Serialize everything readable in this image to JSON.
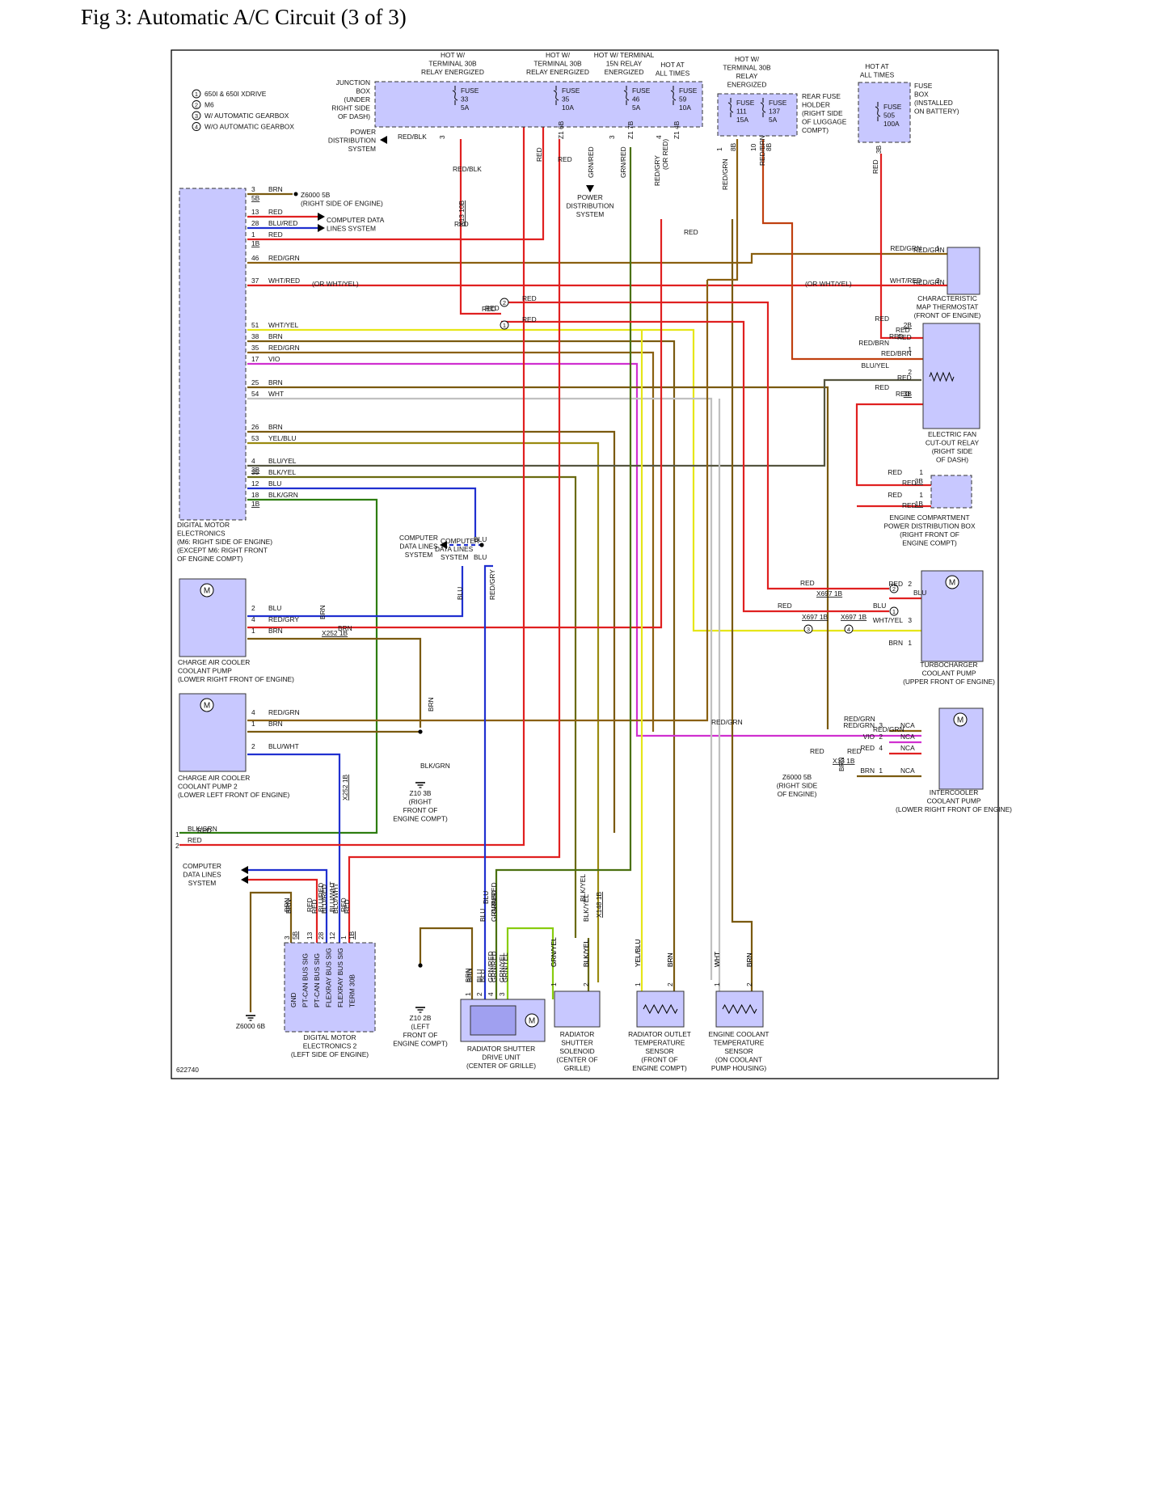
{
  "figure_title": "Fig 3: Automatic A/C Circuit (3 of 3)",
  "diagram_id": "622740",
  "legend": [
    {
      "num": "1",
      "text": "650I & 650I XDRIVE"
    },
    {
      "num": "2",
      "text": "M6"
    },
    {
      "num": "3",
      "text": "W/ AUTOMATIC GEARBOX"
    },
    {
      "num": "4",
      "text": "W/O AUTOMATIC GEARBOX"
    }
  ],
  "colors": {
    "component_fill": "#c8c8ff",
    "component_dark": "#a0a0f0",
    "frame": "#000000",
    "RED": "#e02020",
    "BRN": "#7a5a10",
    "BLU": "#2030d0",
    "GRN": "#2e7d10",
    "YEL": "#e6e619",
    "VIO": "#d030d0",
    "WHT": "#c0c0c0",
    "GRY": "#808080",
    "BLK": "#222222",
    "BLUYEL": "#555540",
    "REDBRN": "#c04010",
    "REDGRN": "#8a6010",
    "GRNRED": "#4a7010",
    "GRNYEL": "#88cc10",
    "BRNYEL": "#9a8a10",
    "BLKYEL": "#6a6a10"
  },
  "fuse_area": {
    "headers": [
      [
        "HOT W/",
        "TERMINAL 30B",
        "RELAY ENERGIZED"
      ],
      [
        "HOT W/",
        "TERMINAL 30B",
        "RELAY ENERGIZED"
      ],
      [
        "HOT W/ TERMINAL",
        "15N RELAY",
        "ENERGIZED"
      ],
      [
        "HOT AT",
        "ALL TIMES"
      ],
      [
        "HOT W/",
        "TERMINAL 30B",
        "RELAY",
        "ENERGIZED"
      ],
      [
        "HOT AT",
        "ALL TIMES"
      ]
    ],
    "junction_box_label": [
      "JUNCTION",
      "BOX",
      "(UNDER",
      "RIGHT SIDE",
      "OF DASH)"
    ],
    "fuses": [
      [
        "FUSE",
        "33",
        "5A"
      ],
      [
        "FUSE",
        "35",
        "10A"
      ],
      [
        "FUSE",
        "46",
        "5A"
      ],
      [
        "FUSE",
        "59",
        "10A"
      ],
      [
        "FUSE",
        "111",
        "15A"
      ],
      [
        "FUSE",
        "137",
        "5A"
      ],
      [
        "FUSE",
        "505",
        "100A"
      ]
    ],
    "rear_fuse_holder_label": [
      "REAR FUSE",
      "HOLDER",
      "(RIGHT SIDE",
      "OF LUGGAGE",
      "COMPT)"
    ],
    "fuse_box_label": [
      "FUSE",
      "BOX",
      "(INSTALLED",
      "ON BATTERY)"
    ],
    "pin_labels": [
      "3",
      "Z1 6B",
      "3",
      "Z1 7B",
      "4",
      "Z1 4B",
      "1",
      "8B",
      "10",
      "8B",
      "3B"
    ],
    "power_dist_label": [
      "POWER",
      "DISTRIBUTION",
      "SYSTEM"
    ]
  },
  "dme1": {
    "label": [
      "DIGITAL MOTOR",
      "ELECTRONICS",
      "(M6: RIGHT SIDE OF ENGINE)",
      "(EXCEPT M6: RIGHT FRONT",
      "OF ENGINE COMPT)"
    ],
    "pins": [
      {
        "pin": "3",
        "sub": "5B",
        "wire": "BRN"
      },
      {
        "pin": "13",
        "wire": "RED"
      },
      {
        "pin": "28",
        "wire": "BLU/RED"
      },
      {
        "pin": "1",
        "sub": "1B",
        "wire": "RED"
      },
      {
        "pin": "46",
        "wire": "RED/GRN"
      },
      {
        "pin": "37",
        "wire": "WHT/RED"
      },
      {
        "pin": "51",
        "wire": "WHT/YEL"
      },
      {
        "pin": "38",
        "wire": "BRN"
      },
      {
        "pin": "35",
        "wire": "RED/GRN"
      },
      {
        "pin": "17",
        "wire": "VIO"
      },
      {
        "pin": "25",
        "wire": "BRN"
      },
      {
        "pin": "54",
        "wire": "WHT"
      },
      {
        "pin": "26",
        "wire": "BRN"
      },
      {
        "pin": "53",
        "wire": "YEL/BLU"
      },
      {
        "pin": "4",
        "sub": "3B",
        "wire": "BLU/YEL"
      },
      {
        "pin": "35",
        "wire": "BLK/YEL"
      },
      {
        "pin": "12",
        "wire": "BLU"
      },
      {
        "pin": "18",
        "sub": "1B",
        "wire": "BLK/GRN"
      }
    ]
  },
  "labels": {
    "z6000_5b": [
      "Z6000 5B",
      "(RIGHT SIDE OF ENGINE)"
    ],
    "computer_data_lines": [
      "COMPUTER DATA",
      "LINES SYSTEM"
    ],
    "or_wht_yel": "(OR WHT/YEL)",
    "computer_data_mid": [
      "COMPUTER",
      "DATA LINES",
      "SYSTEM"
    ],
    "computer_data_left": [
      "COMPUTER",
      "DATA LINES",
      "SYSTEM"
    ],
    "x13_10b": "X13 10B",
    "x252_1b": "X252 1B",
    "x697_1b": "X697 1B",
    "x13_1b": "X13 1B",
    "x148_1b": "X148 1B",
    "z10_3b": [
      "Z10 3B",
      "(RIGHT",
      "FRONT OF",
      "ENGINE COMPT)"
    ],
    "z10_2b": [
      "Z10 2B",
      "(LEFT",
      "FRONT OF",
      "ENGINE COMPT)"
    ],
    "z6000_6b": "Z6000 6B",
    "z6000_5b_right": [
      "Z6000 5B",
      "(RIGHT SIDE",
      "OF ENGINE)"
    ],
    "red_dme1": "RED",
    "or_red": "(OR RED)"
  },
  "components": {
    "thermostat": {
      "label": [
        "CHARACTERISTIC",
        "MAP THERMOSTAT",
        "(FRONT OF ENGINE)"
      ],
      "pins": [
        {
          "pin": "1",
          "wire": "RED/GRN"
        },
        {
          "pin": "2",
          "wire": "WHT/RED"
        }
      ]
    },
    "fan_relay": {
      "label": [
        "ELECTRIC FAN",
        "CUT-OUT RELAY",
        "(RIGHT SIDE",
        "OF DASH)"
      ],
      "pins": [
        {
          "pin": "2B",
          "wire": "RED"
        },
        {
          "pin": "1",
          "wire": "RED/BRN"
        },
        {
          "pin": "2",
          "wire": "BLU/YEL"
        },
        {
          "pin": "3B",
          "wire": "RED"
        }
      ]
    },
    "engine_pdb": {
      "label": [
        "ENGINE COMPARTMENT",
        "POWER DISTRIBUTION BOX",
        "(RIGHT FRONT OF",
        "ENGINE COMPT)"
      ],
      "pins": [
        {
          "pin": "1",
          "sub": "3B",
          "wire": "RED"
        },
        {
          "pin": "1",
          "sub": "1B",
          "wire": "RED"
        }
      ]
    },
    "turbo_pump": {
      "label": [
        "TURBOCHARGER",
        "COOLANT PUMP",
        "(UPPER FRONT OF ENGINE)"
      ],
      "pins": [
        {
          "pin": "2",
          "wire": "RED"
        },
        {
          "pin": "3",
          "wire": "WHT/YEL"
        },
        {
          "pin": "1",
          "wire": "BRN"
        }
      ]
    },
    "charge_pump1": {
      "label": [
        "CHARGE AIR COOLER",
        "COOLANT PUMP",
        "(LOWER RIGHT FRONT OF ENGINE)"
      ],
      "pins": [
        {
          "pin": "2",
          "wire": "BLU"
        },
        {
          "pin": "4",
          "wire": "RED/GRY"
        },
        {
          "pin": "1",
          "wire": "BRN"
        }
      ]
    },
    "charge_pump2": {
      "label": [
        "CHARGE AIR COOLER",
        "COOLANT PUMP 2",
        "(LOWER LEFT FRONT OF ENGINE)"
      ],
      "pins": [
        {
          "pin": "4",
          "wire": "RED/GRN"
        },
        {
          "pin": "1",
          "wire": "BRN"
        },
        {
          "pin": "2",
          "wire": "BLU/WHT"
        }
      ]
    },
    "intercooler_pump": {
      "label": [
        "INTERCOOLER",
        "COOLANT PUMP",
        "(LOWER RIGHT FRONT OF ENGINE)"
      ],
      "pins": [
        {
          "pin": "3",
          "wire": "RED/GRN"
        },
        {
          "pin": "2",
          "wire": "VIO"
        },
        {
          "pin": "4",
          "wire": "RED"
        },
        {
          "pin": "1",
          "wire": "BRN"
        }
      ],
      "nca": "NCA"
    },
    "dme2": {
      "label": [
        "DIGITAL MOTOR",
        "ELECTRONICS 2",
        "(LEFT SIDE OF ENGINE)"
      ],
      "pin_names": [
        "GND",
        "PT-CAN BUS SIG",
        "PT-CAN BUS SIG",
        "FLEXRAY BUS SIG",
        "FLEXRAY BUS SIG",
        "TERM 30B"
      ],
      "pins": [
        {
          "pin": "3",
          "sub": "5B",
          "wire": "BRN"
        },
        {
          "pin": "13",
          "wire": "RED"
        },
        {
          "pin": "28",
          "wire": "BLU/RED"
        },
        {
          "pin": "12",
          "wire": "BLU/WHT"
        },
        {
          "pin": "1",
          "sub": "1B",
          "wire": "RED"
        }
      ]
    },
    "shutter_drive": {
      "label": [
        "RADIATOR SHUTTER",
        "DRIVE UNIT",
        "(CENTER OF GRILLE)"
      ],
      "pins": [
        {
          "pin": "1",
          "wire": "BRN"
        },
        {
          "pin": "2",
          "wire": "BLU"
        },
        {
          "pin": "4",
          "wire": "GRN/RED"
        },
        {
          "pin": "3",
          "wire": "GRN/YEL"
        }
      ]
    },
    "shutter_solenoid": {
      "label": [
        "RADIATOR",
        "SHUTTER",
        "SOLENOID",
        "(CENTER OF",
        "GRILLE)"
      ],
      "pins": [
        {
          "pin": "1",
          "wire": "GRN/YEL"
        },
        {
          "pin": "2",
          "wire": "BLK/YEL"
        }
      ]
    },
    "outlet_sensor": {
      "label": [
        "RADIATOR OUTLET",
        "TEMPERATURE",
        "SENSOR",
        "(FRONT OF",
        "ENGINE COMPT)"
      ],
      "pins": [
        {
          "pin": "1",
          "wire": "YEL/BLU"
        },
        {
          "pin": "2",
          "wire": "BRN"
        }
      ]
    },
    "coolant_sensor": {
      "label": [
        "ENGINE COOLANT",
        "TEMPERATURE",
        "SENSOR",
        "(ON COOLANT",
        "PUMP HOUSING)"
      ],
      "pins": [
        {
          "pin": "1",
          "wire": "WHT"
        },
        {
          "pin": "2",
          "wire": "BRN"
        }
      ]
    }
  },
  "wire_labels": [
    "RED/BLK",
    "RED/BLK",
    "RED",
    "RED",
    "RED",
    "GRN/RED",
    "GRN/RED",
    "RED/GRY",
    "RED",
    "RED/GRN",
    "RED/BRN",
    "RED",
    "RED",
    "RED",
    "RED",
    "RED",
    "RED",
    "RED",
    "RED",
    "RED",
    "RED",
    "BLU",
    "BLU",
    "BLU",
    "BLU",
    "BLU",
    "RED/GRY",
    "BRN",
    "BRN",
    "BRN",
    "BLK/GRN",
    "RED",
    "BRN",
    "RED",
    "BLU/RED",
    "BLU/WHT",
    "RED",
    "BLU",
    "GRN/RED",
    "BLK/YEL",
    "BRN",
    "BLU",
    "GRN/RED",
    "GRN/YEL",
    "GRN/YEL",
    "BLK/YEL",
    "YEL/BLU",
    "BRN",
    "WHT",
    "BRN",
    "BRN",
    "RED/GRN",
    "RED/GRN",
    "RED/GRN",
    "RED",
    "RED",
    "RED",
    "RED",
    "RED/BRN",
    "RED/GRN",
    "RED/GRN",
    "RED"
  ],
  "left_edge": [
    {
      "pin": "1",
      "wire": "BLK/GRN"
    },
    {
      "pin": "2",
      "wire": "RED"
    }
  ]
}
